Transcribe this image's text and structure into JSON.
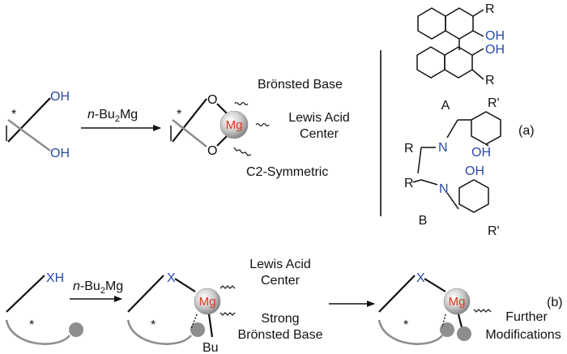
{
  "colors": {
    "heteroatom": "#2a4aa8",
    "metal": "#e0361c",
    "gray_bond": "#8e8e8e",
    "sphere": "#bdbdbd"
  },
  "top": {
    "diol": {
      "oh_upper": "OH",
      "oh_lower": "OH",
      "stereo": "*"
    },
    "reagent": {
      "prefix": "n",
      "rest": "-Bu",
      "sub": "2",
      "suffix": "Mg"
    },
    "complex": {
      "o_upper": "O",
      "o_lower": "O",
      "metal": "Mg",
      "stereo": "*"
    },
    "labels": {
      "bronsted_base": "Brönsted Base",
      "lewis_line1": "Lewis Acid",
      "lewis_line2": "Center",
      "c2": "C2-Symmetric"
    },
    "binol": {
      "r_upper": "R",
      "oh_upper": "OH",
      "oh_lower": "OH",
      "r_lower": "R",
      "caption": "A"
    },
    "salen": {
      "r_prime_upper": "R'",
      "n_upper": "N",
      "oh_upper": "OH",
      "r1": "R",
      "r2": "R",
      "n_lower": "N",
      "oh_lower": "OH",
      "r_prime_lower": "R'",
      "caption": "B"
    },
    "panel_label": "(a)"
  },
  "bottom": {
    "substrate": {
      "xh": "XH",
      "stereo": "*"
    },
    "reagent": {
      "prefix": "n",
      "rest": "-Bu",
      "sub": "2",
      "suffix": "Mg"
    },
    "complex1": {
      "x": "X",
      "metal": "Mg",
      "bu": "Bu",
      "stereo": "*"
    },
    "labels": {
      "lewis_line1": "Lewis Acid",
      "lewis_line2": "Center",
      "strong_line1": "Strong",
      "strong_line2": "Brönsted Base"
    },
    "complex2": {
      "x": "X",
      "metal": "Mg",
      "stereo": "*"
    },
    "further": {
      "line1": "Further",
      "line2": "Modifications"
    },
    "panel_label": "(b)"
  }
}
